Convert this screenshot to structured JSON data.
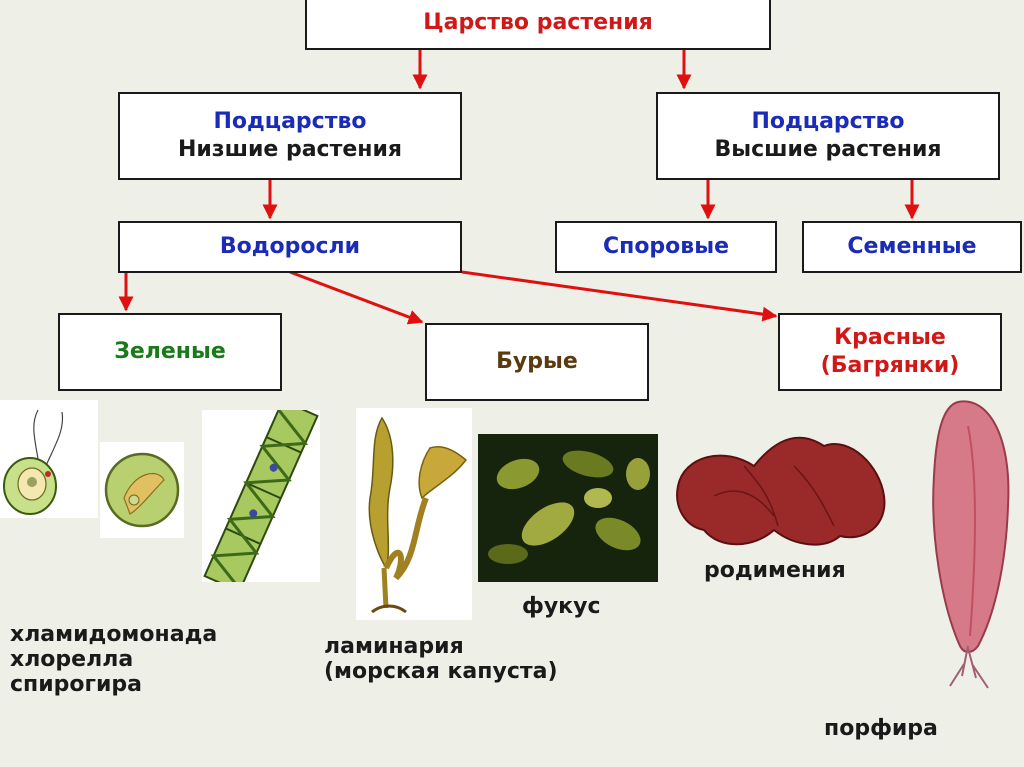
{
  "kingdom": "Царство растения",
  "lower": {
    "line1": "Подцарство",
    "line2": "Низшие растения"
  },
  "higher": {
    "line1": "Подцарство",
    "line2": "Высшие растения"
  },
  "algae": "Водоросли",
  "spore": "Споровые",
  "seed": "Семенные",
  "green": "Зеленые",
  "brown": "Бурые",
  "red": {
    "line1": "Красные",
    "line2": "(Багрянки)"
  },
  "captions": {
    "green_algae": [
      "хламидомонада",
      "хлорелла",
      "спирогира"
    ],
    "laminaria": [
      "ламинария",
      "(морская капуста)"
    ],
    "fucus": "фукус",
    "rhodymenia": "родимения",
    "porphyra": "порфира"
  },
  "colors": {
    "title_red": "#d01818",
    "title_blue": "#1a2bb8",
    "green_text": "#1a7a1a",
    "brown_text": "#5a3a10",
    "arrow": "#e01010"
  },
  "images": {
    "chlamydomonas": "chlamydomonas-illustration",
    "chlorella": "chlorella-illustration",
    "spirogyra": "spirogyra-illustration",
    "laminaria": "laminaria-illustration",
    "fucus": "fucus-photo",
    "rhodymenia": "rhodymenia-illustration",
    "porphyra": "porphyra-illustration"
  }
}
